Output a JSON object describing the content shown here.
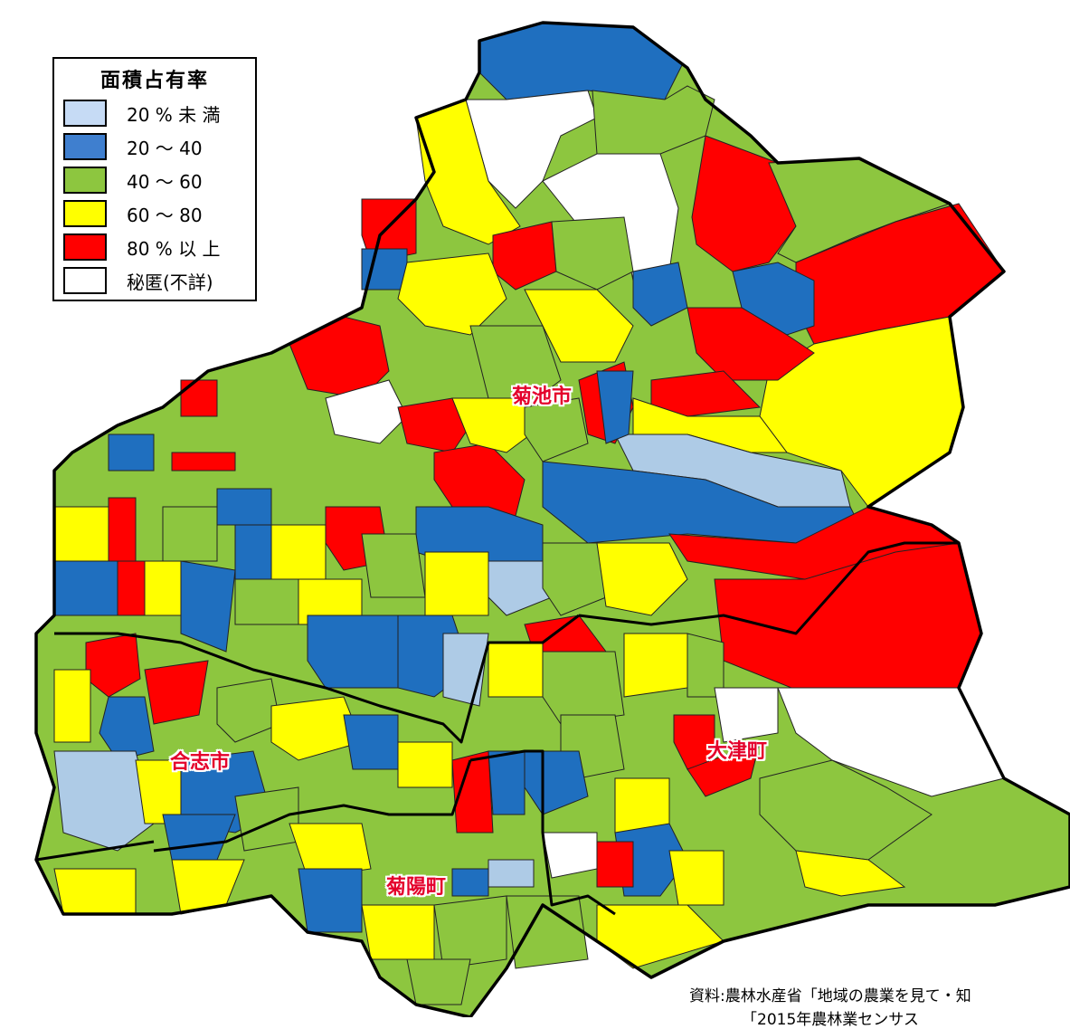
{
  "legend": {
    "title": "面積占有率",
    "items": [
      {
        "label": "20 % 未 満",
        "color": "#c6dbf5"
      },
      {
        "label": "20 〜 40",
        "color": "#3f7fcf"
      },
      {
        "label": "40 〜 60",
        "color": "#8dc63f"
      },
      {
        "label": "60 〜 80",
        "color": "#ffff00"
      },
      {
        "label": "80 % 以 上",
        "color": "#ff0000"
      },
      {
        "label": "秘匿(不詳)",
        "color": "#ffffff"
      }
    ]
  },
  "municipalities": [
    {
      "name": "菊池市"
    },
    {
      "name": "合志市"
    },
    {
      "name": "大津町"
    },
    {
      "name": "菊陽町"
    }
  ],
  "source": {
    "line1": "資料:農林水産省「地域の農業を見て・知",
    "line2": "「2015年農林業センサス"
  },
  "colors": {
    "lightblue": "#aecbe6",
    "blue": "#1f6fbf",
    "green": "#8dc63f",
    "yellow": "#ffff00",
    "red": "#ff0000",
    "white": "#ffffff",
    "border": "#000000"
  }
}
